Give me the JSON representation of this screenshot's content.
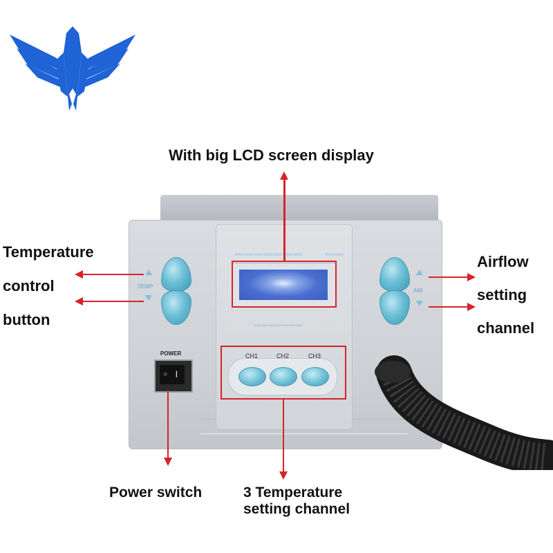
{
  "annotations": {
    "lcd": "With big LCD screen display",
    "temperature": [
      "Temperature",
      "control",
      "button"
    ],
    "airflow": [
      "Airflow",
      "setting",
      "channel"
    ],
    "power": "Power switch",
    "channels": [
      "3 Temperature",
      "setting channel"
    ]
  },
  "panel": {
    "left_label": "TEMP",
    "right_label": "AIR",
    "power_label": "POWER",
    "channel_labels": [
      "CH1",
      "CH2",
      "CH3"
    ]
  },
  "colors": {
    "logo_blue": "#1f63d6",
    "callout_red": "#d6232a",
    "button_blue": "#6bbfd6"
  },
  "icons": {
    "logo": "eagle-icon"
  }
}
